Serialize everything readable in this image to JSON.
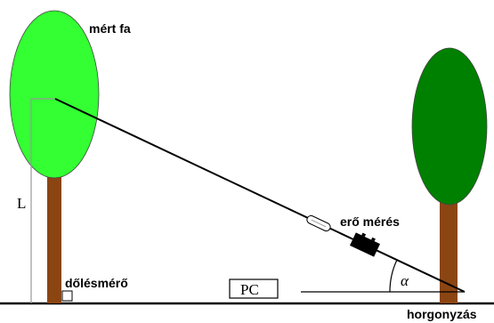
{
  "labels": {
    "measured_tree": "mért fa",
    "length_symbol": "L",
    "tilt_meter": "dőlésmérő",
    "computer": "PC",
    "force_measurement": "erő mérés",
    "angle_symbol": "α",
    "anchoring": "horgonyzás"
  },
  "colors": {
    "measured_crown": "#33FF33",
    "anchor_crown": "#008000",
    "trunk": "#8B4513",
    "rope": "#000000",
    "ground": "#000000"
  }
}
